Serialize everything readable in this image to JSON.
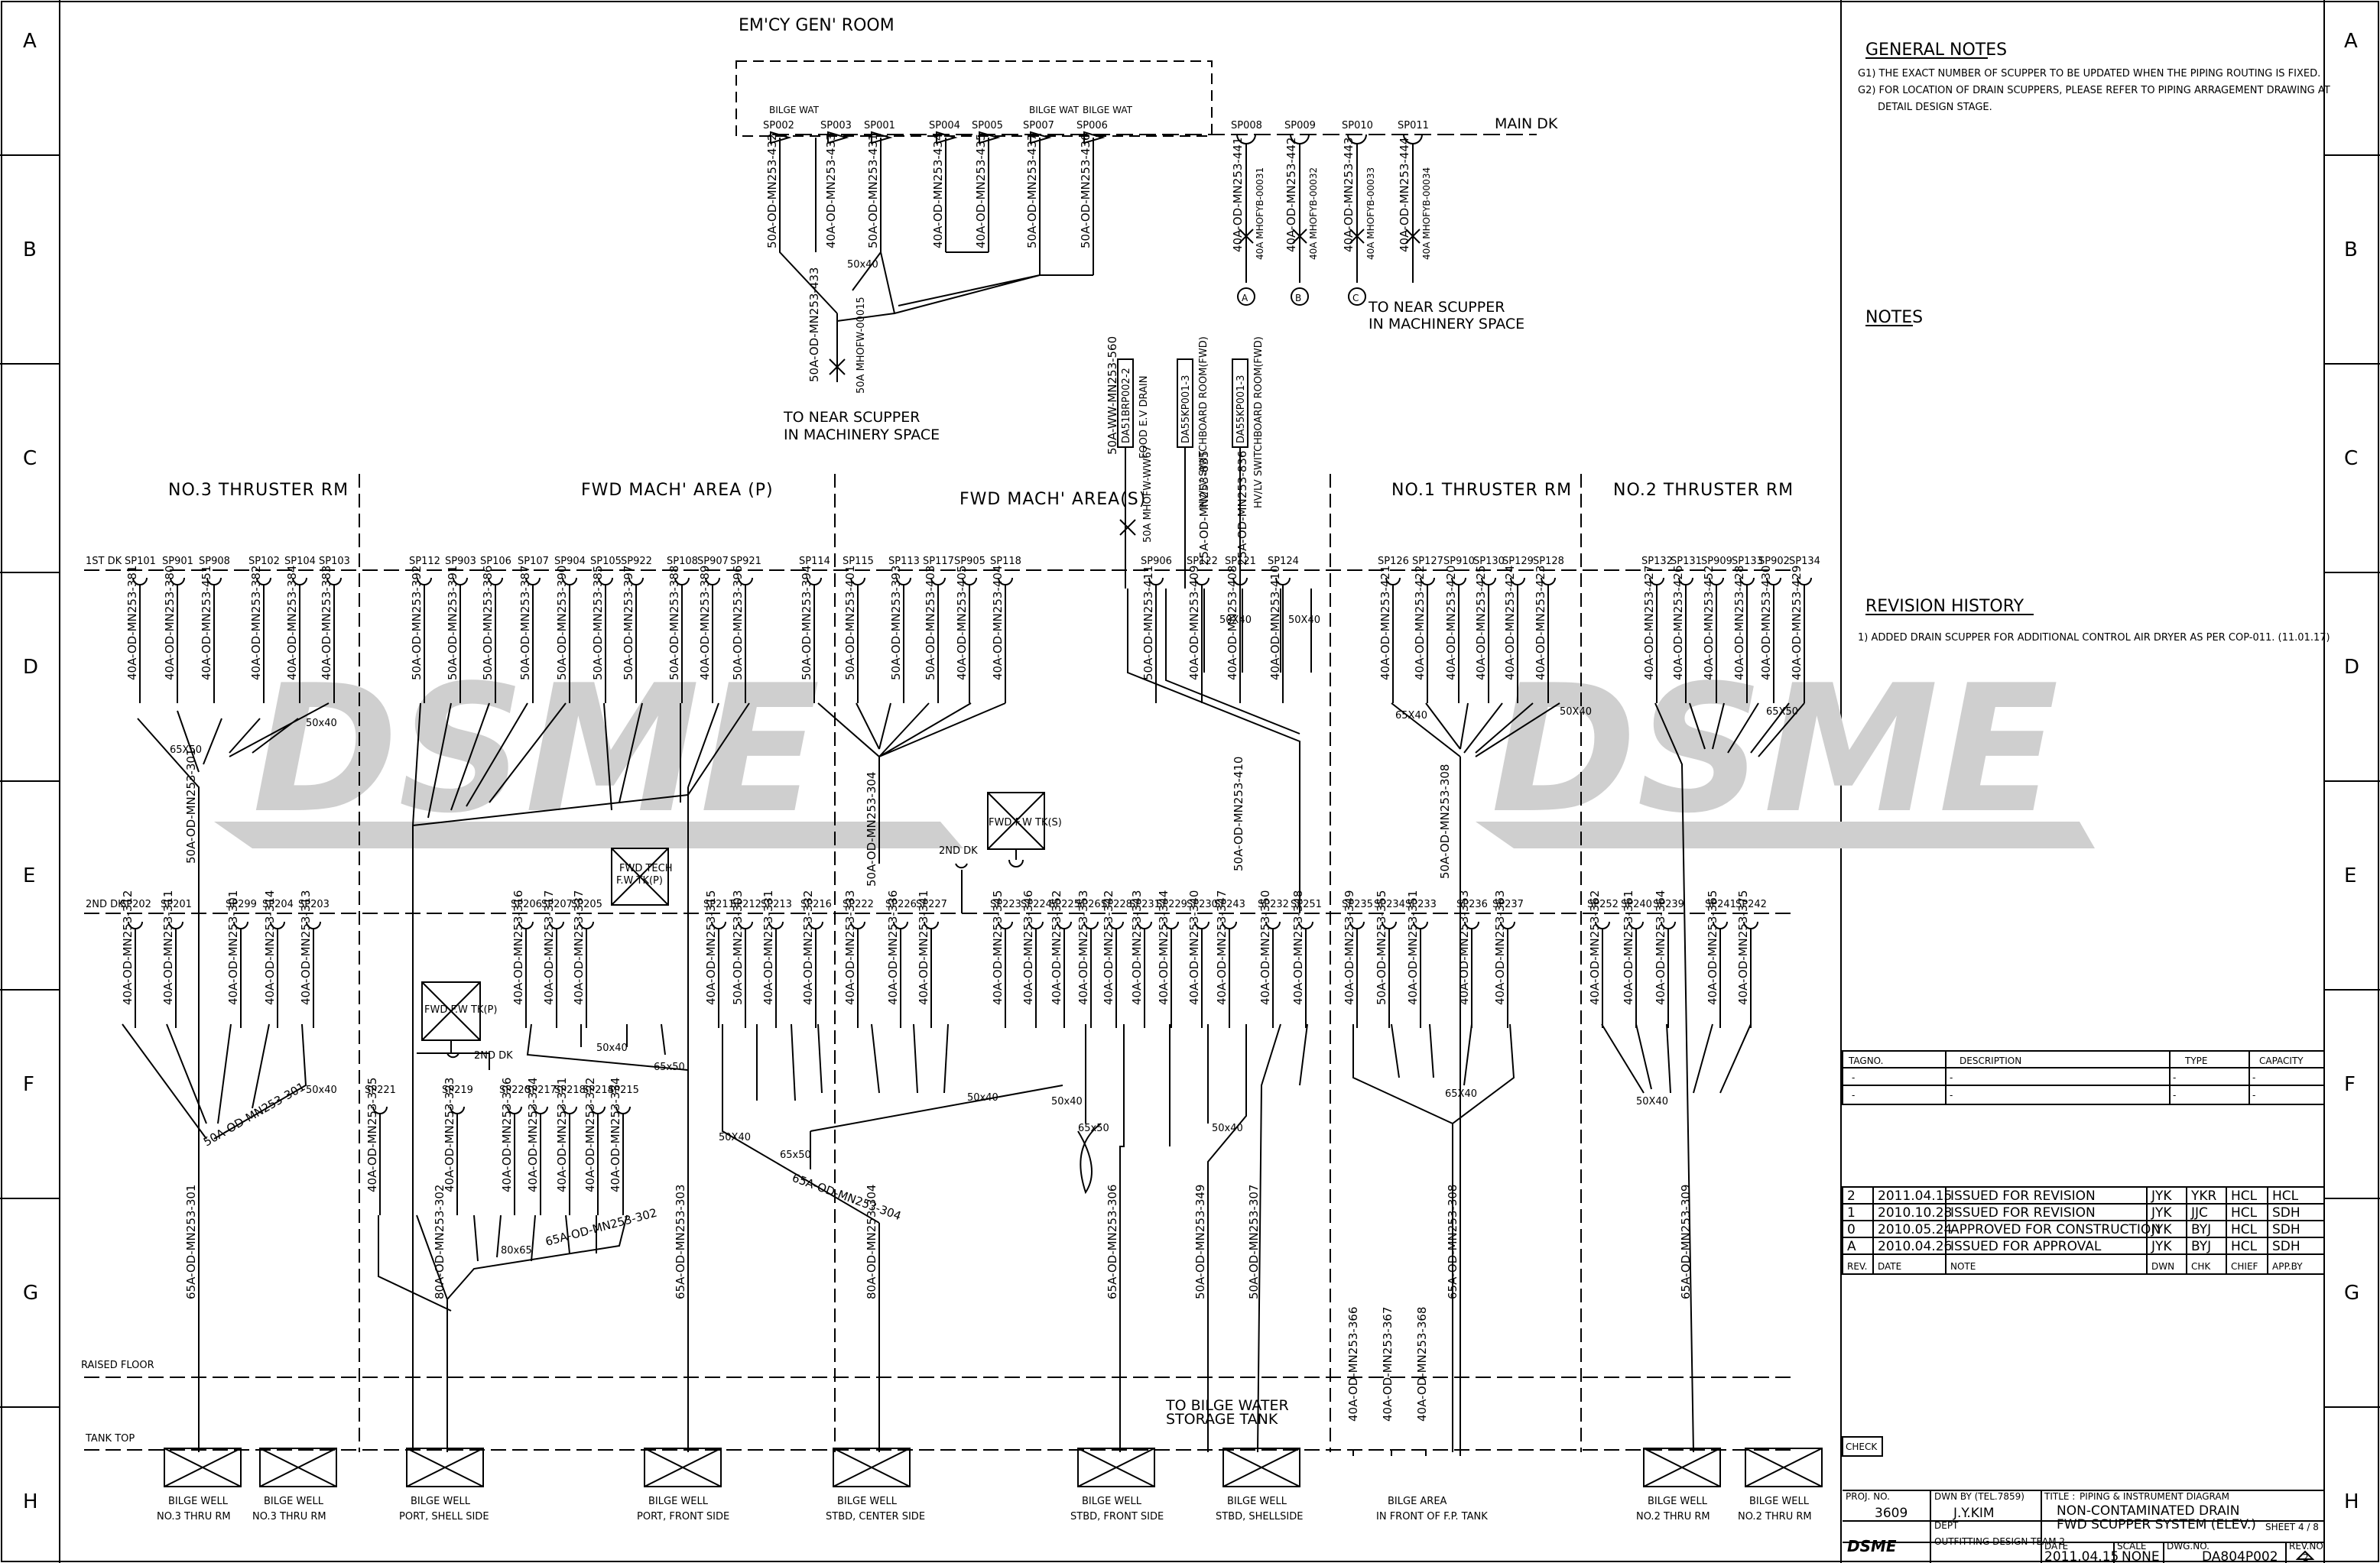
{
  "zones": {
    "rows": [
      "A",
      "B",
      "C",
      "D",
      "E",
      "F",
      "G",
      "H"
    ]
  },
  "watermark": "DSME",
  "top": {
    "room_title": "EM'CY GEN' ROOM",
    "main_dk": "MAIN DK",
    "bilge_wat": "BILGE WAT",
    "emcy_scuppers": [
      "SP002",
      "SP003",
      "SP001",
      "SP004",
      "SP005",
      "SP007",
      "SP006"
    ],
    "emcy_lines": [
      "50A-OD-MN253-432",
      "40A-OD-MN253-433",
      "50A-OD-MN253-431",
      "40A-OD-MN253-434",
      "40A-OD-MN253-435",
      "50A-OD-MN253-437",
      "50A-OD-MN253-436"
    ],
    "emcy_reducer": "50x40",
    "emcy_main_line": "50A-OD-MN253-433",
    "emcy_valve": "50A MHOFW-00015",
    "emcy_to": [
      "TO NEAR SCUPPER",
      "IN MACHINERY SPACE"
    ],
    "main_scuppers": [
      "SP008",
      "SP009",
      "SP010",
      "SP011"
    ],
    "main_lines": [
      "40A-OD-MN253-441",
      "40A-OD-MN253-442",
      "40A-OD-MN253-443",
      "40A-OD-MN253-444"
    ],
    "main_valves": [
      "40A MHOFYB-00031",
      "40A MHOFYB-00032",
      "40A MHOFYB-00033",
      "40A MHOFYB-00034"
    ],
    "main_markers": [
      "A",
      "B",
      "C"
    ],
    "main_to": [
      "TO NEAR SCUPPER",
      "IN MACHINERY SPACE"
    ]
  },
  "areas": [
    "NO.3 THRUSTER RM",
    "FWD MACH' AREA (P)",
    "FWD MACH' AREA(S)",
    "NO.1 THRUSTER RM",
    "NO.2 THRUSTER RM"
  ],
  "decks": {
    "first": "1ST DK",
    "second": "2ND DK",
    "raised": "RAISED FLOOR",
    "tank": "TANK TOP"
  },
  "first_dk_scuppers": [
    "SP101",
    "SP901",
    "SP908",
    "SP102",
    "SP104",
    "SP103",
    "SP112",
    "SP903",
    "SP106",
    "SP107",
    "SP904",
    "SP105",
    "SP922",
    "SP108",
    "SP907",
    "SP921",
    "SP114",
    "SP115",
    "SP113",
    "SP117",
    "SP905",
    "SP118",
    "SP906",
    "SP122",
    "SP121",
    "SP124",
    "SP126",
    "SP127",
    "SP910",
    "SP130",
    "SP129",
    "SP128",
    "SP132",
    "SP131",
    "SP909",
    "SP133",
    "SP902",
    "SP134"
  ],
  "first_dk_lines": [
    "40A-OD-MN253-381",
    "40A-OD-MN253-380",
    "40A-OD-MN253-451",
    "40A-OD-MN253-382",
    "40A-OD-MN253-384",
    "40A-OD-MN253-383",
    "50A-OD-MN253-392",
    "50A-OD-MN253-391",
    "50A-OD-MN253-386",
    "50A-OD-MN253-387",
    "50A-OD-MN253-390",
    "50A-OD-MN253-385",
    "50A-OD-MN253-397",
    "50A-OD-MN253-388",
    "40A-OD-MN253-389",
    "50A-OD-MN253-396",
    "50A-OD-MN253-394",
    "50A-OD-MN253-401",
    "50A-OD-MN253-393",
    "50A-OD-MN253-403",
    "40A-OD-MN253-405",
    "40A-OD-MN253-404",
    "50A-OD-MN253-411",
    "40A-OD-MN253-409",
    "40A-OD-MN253-408",
    "40A-OD-MN253-410",
    "40A-OD-MN253-421",
    "40A-OD-MN253-422",
    "40A-OD-MN253-420",
    "40A-OD-MN253-425",
    "40A-OD-MN253-424",
    "40A-OD-MN253-423",
    "40A-OD-MN253-427",
    "40A-OD-MN253-426",
    "40A-OD-MN253-452",
    "40A-OD-MN253-428",
    "40A-OD-MN253-430",
    "40A-OD-MN253-429"
  ],
  "second_dk_scuppers": [
    "SP202",
    "SP201",
    "SP299",
    "SP204",
    "SP203",
    "SP206",
    "SP207",
    "SP205",
    "SP211",
    "SP212",
    "SP213",
    "SP216",
    "SP222",
    "SP226",
    "SP227",
    "SP223",
    "SP224",
    "SP225",
    "SP261",
    "SP228",
    "SP231",
    "SP229",
    "SP230",
    "SP243",
    "SP232",
    "SP251",
    "SP235",
    "SP234",
    "SP233",
    "SP236",
    "SP237",
    "SP252",
    "SP240",
    "SP239",
    "SP241",
    "SP242"
  ],
  "second_dk_lines": [
    "40A-OD-MN253-312",
    "40A-OD-MN253-311",
    "40A-OD-MN253-301",
    "40A-OD-MN253-314",
    "40A-OD-MN253-313",
    "40A-OD-MN253-316",
    "40A-OD-MN253-317",
    "40A-OD-MN253-337",
    "40A-OD-MN253-315",
    "50A-OD-MN253-303",
    "40A-OD-MN253-331",
    "40A-OD-MN253-332",
    "40A-OD-MN253-333",
    "40A-OD-MN253-336",
    "40A-OD-MN253-341",
    "40A-OD-MN253-345",
    "40A-OD-MN253-346",
    "40A-OD-MN253-352",
    "40A-OD-MN253-353",
    "40A-OD-MN253-342",
    "40A-OD-MN253-343",
    "40A-OD-MN253-344",
    "40A-OD-MN253-340",
    "40A-OD-MN253-347",
    "40A-OD-MN253-350",
    "40A-OD-MN253-348",
    "40A-OD-MN253-349",
    "50A-OD-MN253-355",
    "40A-OD-MN253-351",
    "40A-OD-MN253-353",
    "40A-OD-MN253-363",
    "40A-OD-MN253-362",
    "40A-OD-MN253-361",
    "40A-OD-MN253-364",
    "40A-OD-MN253-365",
    "40A-OD-MN253-375",
    "40A-OD-MN253-372",
    "40A-OD-MN253-371",
    "65A-OD-MN253-309",
    "40A-OD-MN253-373",
    "40A-OD-MN253-374"
  ],
  "sub_scuppers": [
    "SP221",
    "SP219",
    "SP220",
    "SP217",
    "SP218",
    "SP214",
    "SP215"
  ],
  "sub_lines": [
    "40A-OD-MN253-325",
    "40A-OD-MN253-323",
    "40A-OD-MN253-326",
    "40A-OD-MN253-324",
    "40A-OD-MN253-321",
    "40A-OD-MN253-322",
    "40A-OD-MN253-334",
    "40A-OD-MN253-335"
  ],
  "main_drops": [
    "65A-OD-MN253-301",
    "80A-OD-MN253-302",
    "65A-OD-MN253-303",
    "80A-OD-MN253-304",
    "65A-OD-MN253-306",
    "50A-OD-MN253-349",
    "50A-OD-MN253-307",
    "65A-OD-MN253-308",
    "65A-OD-MN253-309"
  ],
  "extra_lines": {
    "l301": "50A-OD-MN253-301",
    "l302": "65A-OD-MN253-302",
    "l304a": "50A-OD-MN253-304",
    "l304b": "65A-OD-MN253-304",
    "l308": "50A-OD-MN253-308",
    "l410": "50A-OD-MN253-410",
    "l366": "40A-OD-MN253-366",
    "l367": "40A-OD-MN253-367",
    "l368": "40A-OD-MN253-368",
    "lw560": "50A-WW-MN253-560",
    "lww67": "50A MHOFW-WW67",
    "l835": "25A-OD-MN253-835",
    "l836": "25A-OD-MN253-836"
  },
  "refs": {
    "food": "DA51BRP002-2",
    "food_text": "FOOD E.V DRAIN",
    "hv1": "DA55KP001-3",
    "hv1_text": "HV/LV SWITCHBOARD ROOM(FWD)",
    "hv2": "DA55KP001-3",
    "hv2_text": "HV/LV SWITCHBOARD ROOM(FWD)"
  },
  "reducers": [
    "65X50",
    "50x40",
    "50x40",
    "50x40",
    "65x50",
    "50x40",
    "65x50",
    "50X40",
    "50x40",
    "50X40",
    "50X40",
    "65X40",
    "80x65",
    "50x40",
    "65x50",
    "65X40",
    "50X40",
    "65X50",
    "50X40"
  ],
  "tanks": {
    "fw_tk_p": [
      "FWD F.W TK(P)"
    ],
    "fw_tech": [
      "FWD TECH",
      "F.W TK(P)"
    ],
    "fw_tk_s": [
      "FWD F.W TK(S)"
    ],
    "second_dk_small": "2ND DK"
  },
  "wells": [
    {
      "l1": "BILGE WELL",
      "l2": "NO.3 THRU RM"
    },
    {
      "l1": "BILGE WELL",
      "l2": "NO.3 THRU RM"
    },
    {
      "l1": "BILGE WELL",
      "l2": "PORT, SHELL SIDE"
    },
    {
      "l1": "BILGE WELL",
      "l2": "PORT, FRONT SIDE"
    },
    {
      "l1": "BILGE WELL",
      "l2": "STBD, CENTER SIDE"
    },
    {
      "l1": "BILGE WELL",
      "l2": "STBD, FRONT SIDE"
    },
    {
      "l1": "BILGE WELL",
      "l2": "STBD, SHELLSIDE"
    },
    {
      "l1": "BILGE AREA",
      "l2": "IN FRONT OF F.P. TANK"
    },
    {
      "l1": "BILGE WELL",
      "l2": "NO.2 THRU RM"
    },
    {
      "l1": "BILGE WELL",
      "l2": "NO.2 THRU RM"
    }
  ],
  "to_bilge_tank": [
    "TO BILGE WATER",
    "STORAGE TANK"
  ],
  "notes": {
    "general_title": "GENERAL NOTES",
    "g1": "G1) THE EXACT NUMBER OF SCUPPER TO BE UPDATED WHEN THE PIPING ROUTING IS FIXED.",
    "g2a": "G2) FOR LOCATION OF DRAIN SCUPPERS, PLEASE REFER TO PIPING ARRAGEMENT DRAWING AT",
    "g2b": "DETAIL DESIGN STAGE.",
    "notes_title": "NOTES",
    "rev_title": "REVISION HISTORY",
    "rev1": "1) ADDED DRAIN SCUPPER FOR ADDITIONAL CONTROL AIR DRYER AS PER COP-011. (11.01.17)"
  },
  "tag_table": {
    "headers": [
      "TAGNO.",
      "DESCRIPTION",
      "TYPE",
      "CAPACITY"
    ],
    "rows": [
      [
        "-",
        "-",
        "-",
        "-"
      ],
      [
        "-",
        "-",
        "-",
        "-"
      ]
    ]
  },
  "rev_table": {
    "headers": [
      "REV.",
      "DATE",
      "NOTE",
      "DWN",
      "CHK",
      "CHIEF",
      "APP.BY"
    ],
    "rows": [
      [
        "2",
        "2011.04.15",
        "ISSUED FOR REVISION",
        "JYK",
        "YKR",
        "HCL",
        "HCL"
      ],
      [
        "1",
        "2010.10.28",
        "ISSUED FOR REVISION",
        "JYK",
        "JJC",
        "HCL",
        "SDH"
      ],
      [
        "0",
        "2010.05.24",
        "APPROVED FOR CONSTRUCTION",
        "JYK",
        "BYJ",
        "HCL",
        "SDH"
      ],
      [
        "A",
        "2010.04.26",
        "ISSUED FOR APPROVAL",
        "JYK",
        "BYJ",
        "HCL",
        "SDH"
      ]
    ]
  },
  "title_block": {
    "check": "CHECK",
    "proj_label": "PROJ. NO.",
    "proj_no": "3609",
    "dwn_label": "DWN BY (TEL.7859)",
    "dwn_by": "J.Y.KIM",
    "title_label": "TITLE :",
    "title_kind": "PIPING & INSTRUMENT DIAGRAM",
    "title1": "NON-CONTAMINATED DRAIN",
    "title2": "FWD SCUPPER SYSTEM (ELEV.)",
    "sheet": "SHEET  4 / 8",
    "dept_label": "DEPT",
    "dept": "OUTFITTING DESIGN TEAM 2",
    "date_label": "DATE",
    "date": "2011.04.15",
    "scale_label": "SCALE",
    "scale": "NONE",
    "dwg_label": "DWG.NO.",
    "dwg": "DA804P002",
    "rev_label": "REV.NO.",
    "rev": "2",
    "logo": "DSME"
  }
}
